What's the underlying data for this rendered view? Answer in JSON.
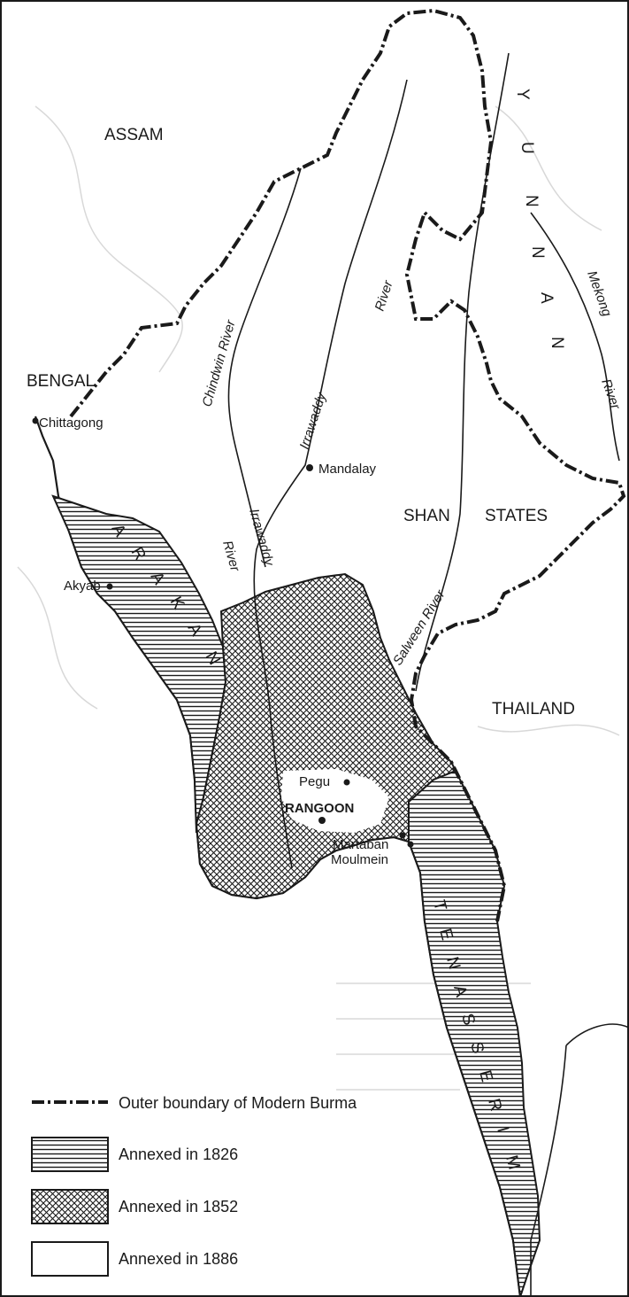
{
  "regions": {
    "assam": "ASSAM",
    "bengal": "BENGAL",
    "yunnan": [
      "Y",
      "U",
      "N",
      "N",
      "A",
      "N"
    ],
    "shan_states_1": "SHAN",
    "shan_states_2": "STATES",
    "thailand": "THAILAND",
    "arakan": [
      "A",
      "R",
      "A",
      "K",
      "A",
      "N"
    ],
    "tenasserim": [
      "T",
      "E",
      "N",
      "A",
      "S",
      "S",
      "E",
      "R",
      "I",
      "M"
    ]
  },
  "cities": {
    "chittagong": "Chittagong",
    "mandalay": "Mandalay",
    "akyab": "Akyab",
    "pegu": "Pegu",
    "rangoon": "RANGOON",
    "martaban": "Martaban",
    "moulmein": "Moulmein"
  },
  "rivers": {
    "chindwin": "Chindwin River",
    "irrawaddy_upper_1": "Irrawaddy",
    "irrawaddy_upper_2": "River",
    "irrawaddy_lower_1": "Irrawaddy",
    "irrawaddy_lower_2": "River",
    "salween": "Salween River",
    "mekong_1": "Mekong",
    "mekong_2": "River"
  },
  "legend": {
    "boundary": "Outer boundary of Modern Burma",
    "annexed_1826": "Annexed in 1826",
    "annexed_1852": "Annexed in 1852",
    "annexed_1886": "Annexed in 1886"
  },
  "colors": {
    "ink": "#1a1a1a",
    "paper": "#ffffff",
    "faint": "#d8d8d8"
  }
}
